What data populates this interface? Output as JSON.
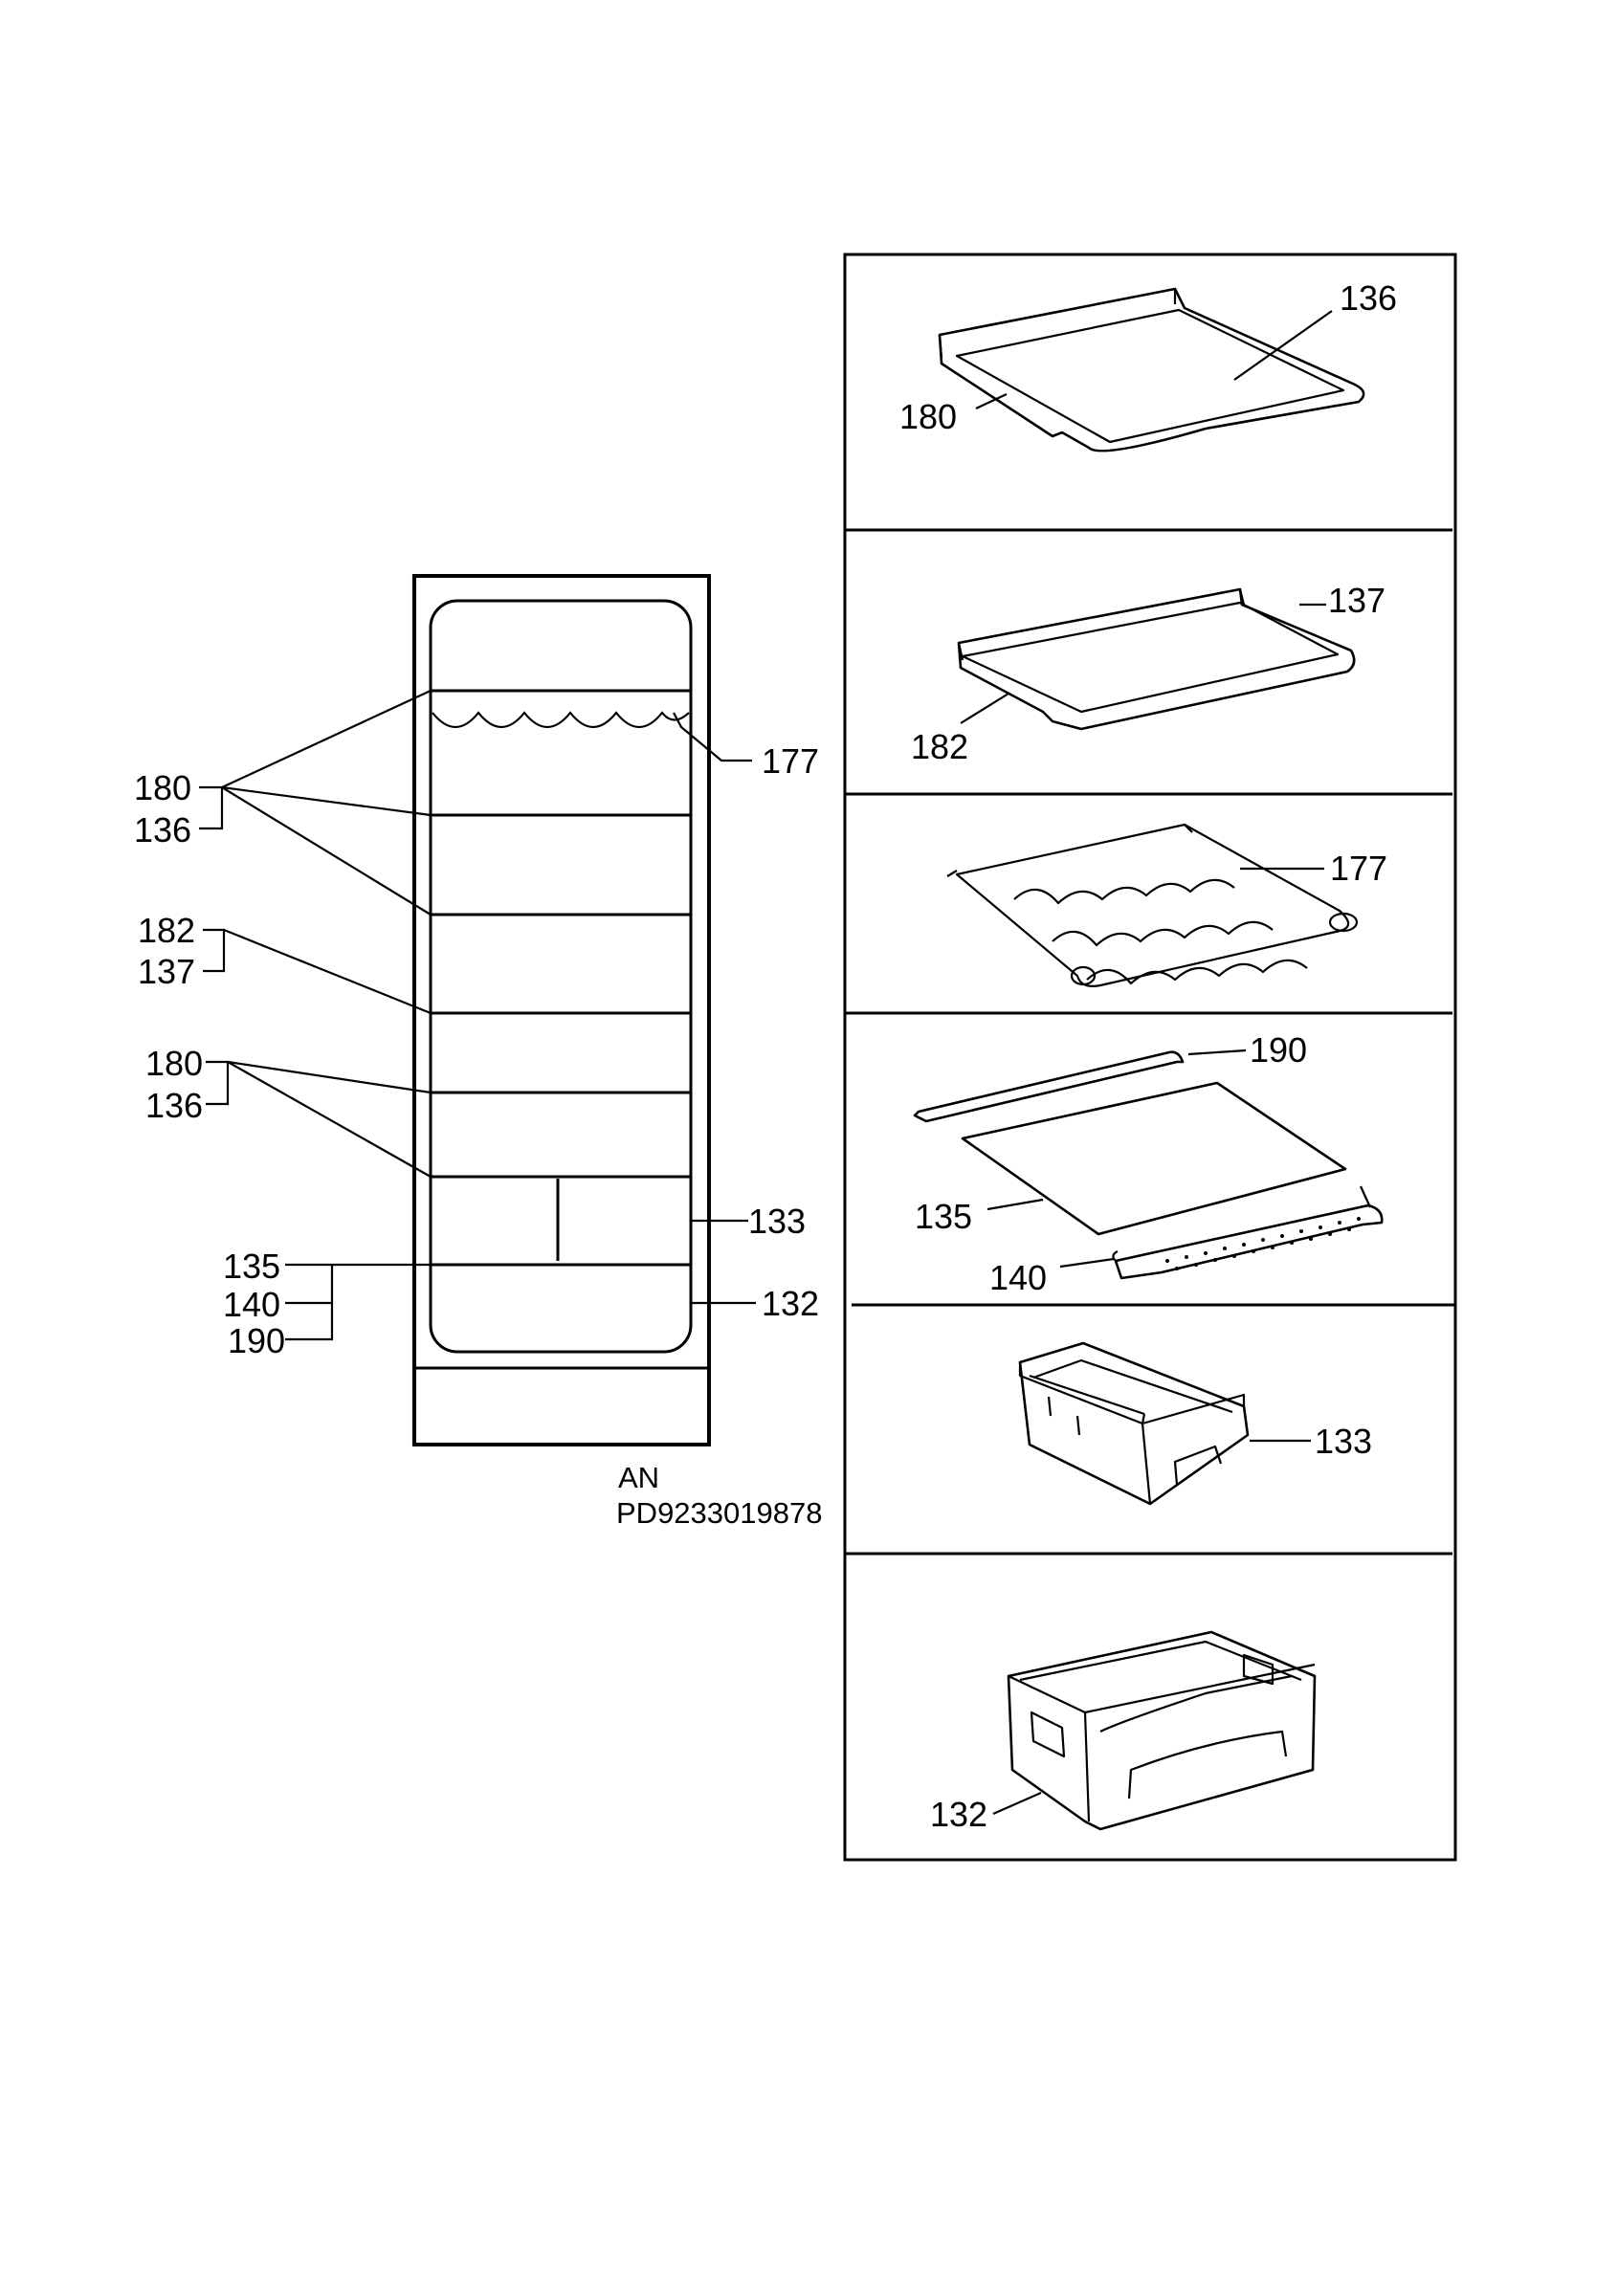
{
  "left_callouts": {
    "group1_top": "180",
    "group1_bottom": "136",
    "group2_top": "182",
    "group2_bottom": "137",
    "group3_top": "180",
    "group3_bottom": "136",
    "group4_a": "135",
    "group4_b": "140",
    "group4_c": "190",
    "right_177": "177",
    "right_133": "133",
    "right_132": "132"
  },
  "footer": {
    "line1": "AN",
    "line2": "PD9233019878"
  },
  "panels": [
    {
      "labels": [
        "136",
        "180"
      ]
    },
    {
      "labels": [
        "137",
        "182"
      ]
    },
    {
      "labels": [
        "177"
      ]
    },
    {
      "labels": [
        "190",
        "135",
        "140"
      ]
    },
    {
      "labels": [
        "133"
      ]
    },
    {
      "labels": [
        "132"
      ]
    }
  ]
}
